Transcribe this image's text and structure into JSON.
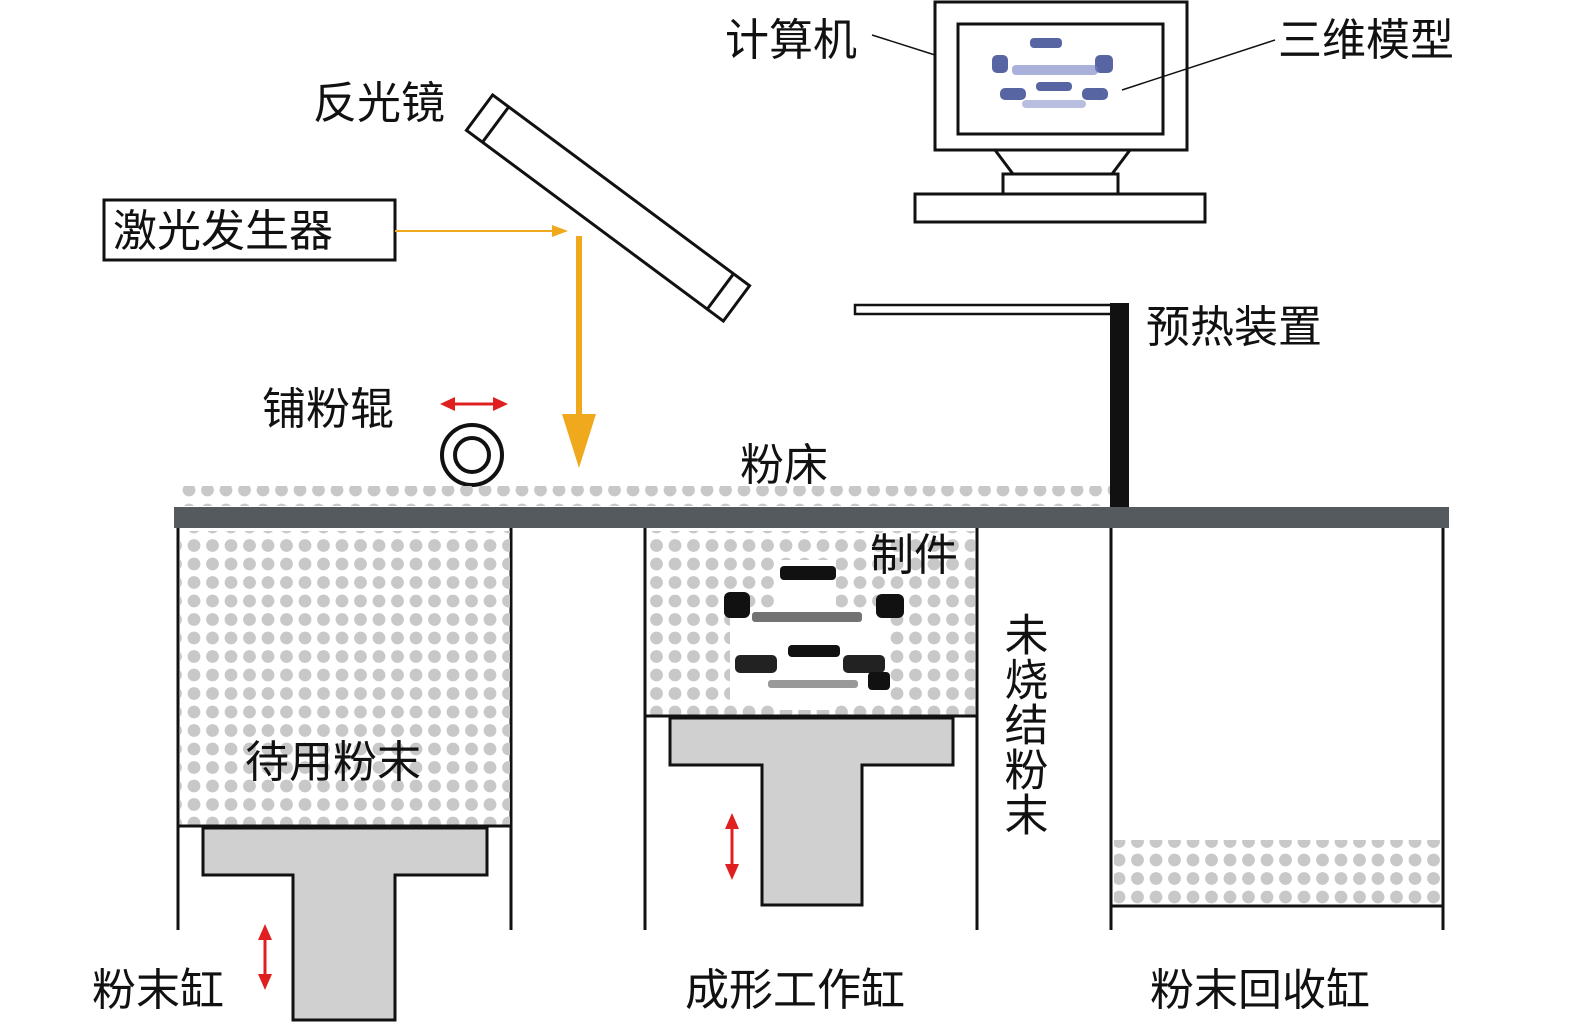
{
  "labels": {
    "computer": "计算机",
    "model_3d": "三维模型",
    "mirror": "反光镜",
    "laser": "激光发生器",
    "preheat": "预热装置",
    "roller": "铺粉辊",
    "powder_bed": "粉床",
    "part": "制件",
    "unsintered": "未烧结粉末",
    "powder_ready": "待用粉末",
    "powder_tank": "粉末缸",
    "build_tank": "成形工作缸",
    "recycle_tank": "粉末回收缸"
  },
  "colors": {
    "laser_beam": "#f0a81c",
    "motion_arrow": "#e02020",
    "platform": "#555a5e",
    "powder_dot": "#c8c8c8",
    "piston": "#d0d0d0",
    "model_blue": "#2a3a8a",
    "outline": "#111111"
  },
  "icons": {
    "roller": "roller-icon",
    "monitor": "computer-monitor-icon",
    "arrows": "double-arrow-icon"
  }
}
